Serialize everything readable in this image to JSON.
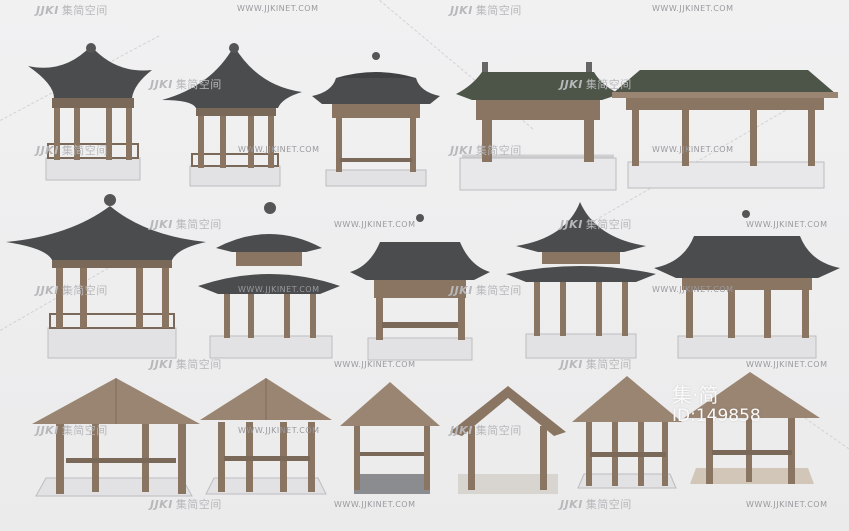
{
  "watermark": {
    "brand_logo": "JJKI",
    "brand_cn": "集简空间",
    "url": "WWW.JJKINET.COM",
    "id_label_cn": "集·简",
    "id_label": "ID:149858"
  },
  "scene": {
    "description": "Collection of 15 Chinese-style pavilion 3D models on a light gray background, arranged in three rows of five",
    "rows": [
      {
        "row": 1,
        "items": [
          "hexagonal pavilion with upturned eaves",
          "hexagonal pavilion with sweeping eaves",
          "square hip-roof pavilion",
          "gate pavilion with stone balustrade",
          "long gable-roof corridor pavilion"
        ]
      },
      {
        "row": 2,
        "items": [
          "octagonal double-eave pavilion",
          "round double-tier pavilion",
          "square tiled pavilion with lattice",
          "double-eave hexagonal pavilion",
          "rectangular tiled pavilion"
        ]
      },
      {
        "row": 3,
        "items": [
          "square timber gazebo",
          "hexagonal timber gazebo",
          "small square timber gazebo",
          "open gable timber shelter",
          "hexagonal timber gazebo with benches",
          "square timber gazebo with steps"
        ]
      }
    ],
    "colors": {
      "background": "#eeeeef",
      "roof_dark": "#4a4c4e",
      "roof_green": "#4d5548",
      "wood": "#8a7563",
      "timber_roof": "#9a8572",
      "stone": "#e2e2e4"
    }
  }
}
